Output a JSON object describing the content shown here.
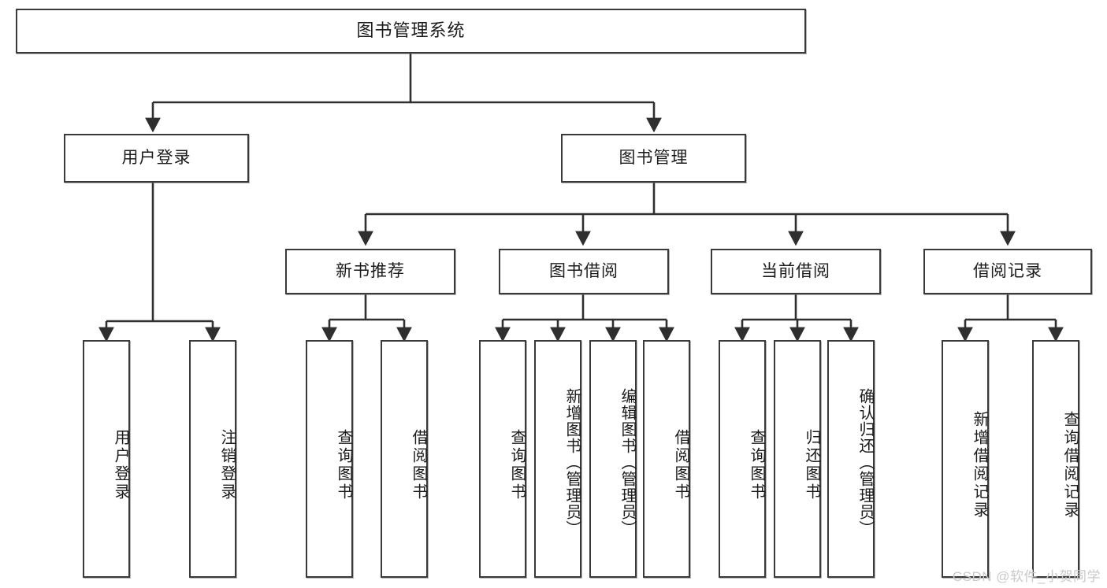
{
  "diagram": {
    "title": "图书管理系统",
    "type": "hierarchy-tree",
    "colors": {
      "box_border": "#3a3a3a",
      "box_fill": "#ffffff",
      "edge": "#2f2f2f",
      "text": "#1b1b1b",
      "watermark": "#c9c9c9"
    },
    "root": {
      "id": "root",
      "label": "图书管理系统"
    },
    "level2": [
      {
        "id": "user-login",
        "label": "用户登录"
      },
      {
        "id": "book-management",
        "label": "图书管理"
      }
    ],
    "level3": [
      {
        "id": "new-book-recommend",
        "label": "新书推荐",
        "parent": "book-management"
      },
      {
        "id": "book-borrow",
        "label": "图书借阅",
        "parent": "book-management"
      },
      {
        "id": "current-borrow",
        "label": "当前借阅",
        "parent": "book-management"
      },
      {
        "id": "borrow-record",
        "label": "借阅记录",
        "parent": "book-management"
      }
    ],
    "leaves": [
      {
        "id": "leaf-user-login",
        "label": "用户登录",
        "parent": "user-login"
      },
      {
        "id": "leaf-user-logout",
        "label": "注销登录",
        "parent": "user-login"
      },
      {
        "id": "leaf-query-book-1",
        "label": "查询图书",
        "parent": "new-book-recommend"
      },
      {
        "id": "leaf-borrow-book-1",
        "label": "借阅图书",
        "parent": "new-book-recommend"
      },
      {
        "id": "leaf-query-book-2",
        "label": "查询图书",
        "parent": "book-borrow"
      },
      {
        "id": "leaf-add-book",
        "label": "新增图书（管理员）",
        "parent": "book-borrow"
      },
      {
        "id": "leaf-edit-book",
        "label": "编辑图书（管理员）",
        "parent": "book-borrow"
      },
      {
        "id": "leaf-borrow-book-2",
        "label": "借阅图书",
        "parent": "book-borrow"
      },
      {
        "id": "leaf-query-book-3",
        "label": "查询图书",
        "parent": "current-borrow"
      },
      {
        "id": "leaf-return-book",
        "label": "归还图书",
        "parent": "current-borrow"
      },
      {
        "id": "leaf-confirm-return",
        "label": "确认归还（管理员）",
        "parent": "current-borrow"
      },
      {
        "id": "leaf-add-record",
        "label": "新增借阅记录",
        "parent": "borrow-record"
      },
      {
        "id": "leaf-query-record",
        "label": "查询借阅记录",
        "parent": "borrow-record"
      }
    ]
  },
  "watermark": {
    "text": "CSDN @软件_小贺同学"
  }
}
